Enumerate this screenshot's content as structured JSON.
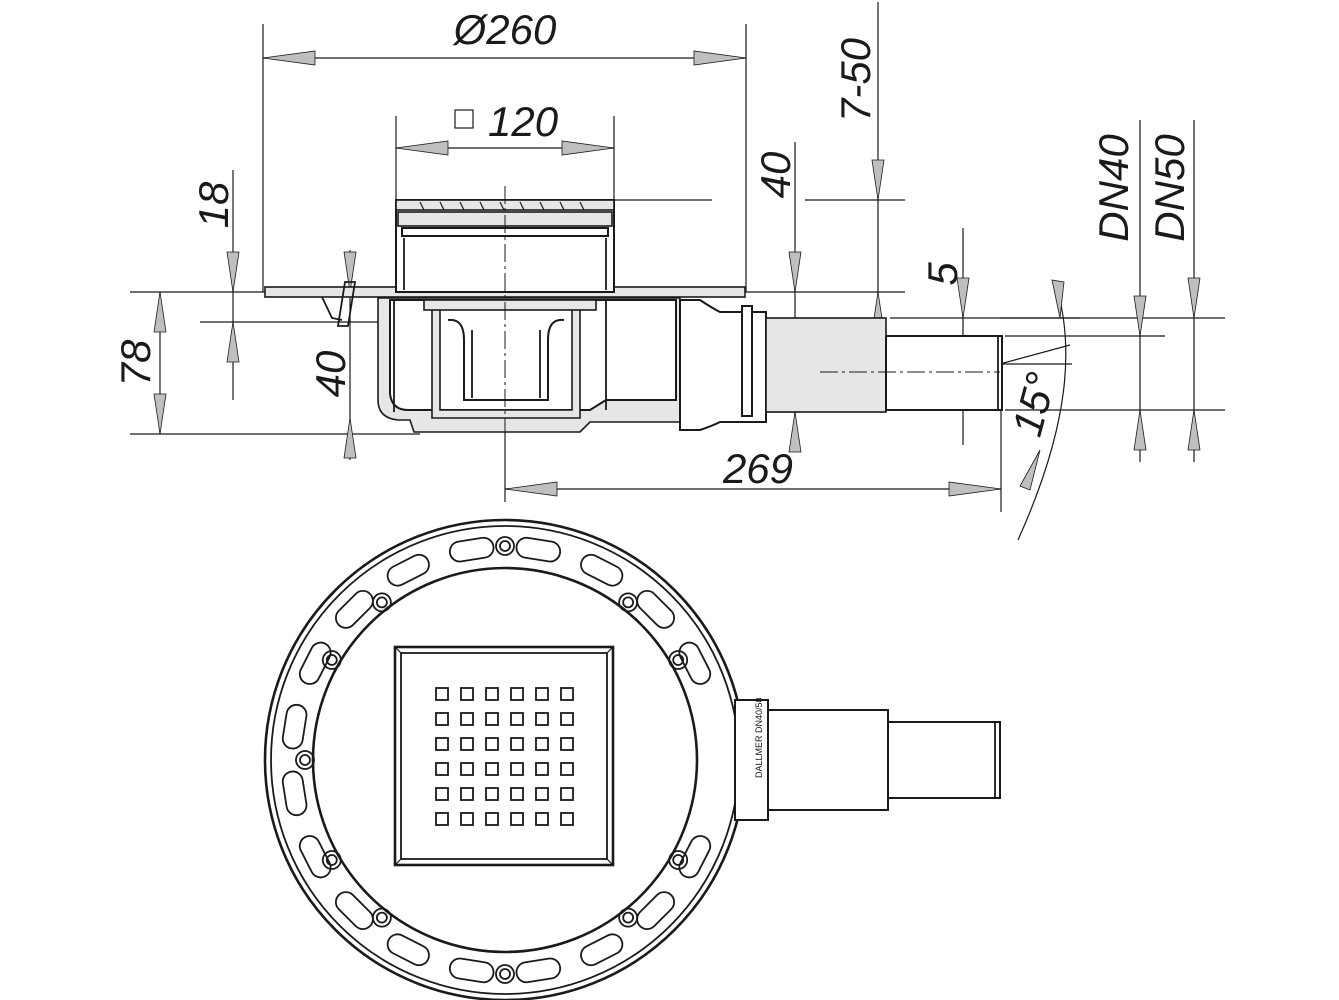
{
  "dimensions": {
    "flange_diameter": "Ø260",
    "grate_size": "120",
    "height_total": "78",
    "height_upper": "18",
    "height_lower": "40",
    "grate_adjust": "7-50",
    "grate_height": "40",
    "gap": "5",
    "outlet_length": "269",
    "outlet_dn40": "DN40",
    "outlet_dn50": "DN50",
    "slope_angle": "15°"
  },
  "marking": {
    "stamp": "DALLMER DN40/50"
  },
  "colors": {
    "line": "#1a1a1a",
    "arrow_fill": "#bfbfbf",
    "background": "#ffffff"
  }
}
